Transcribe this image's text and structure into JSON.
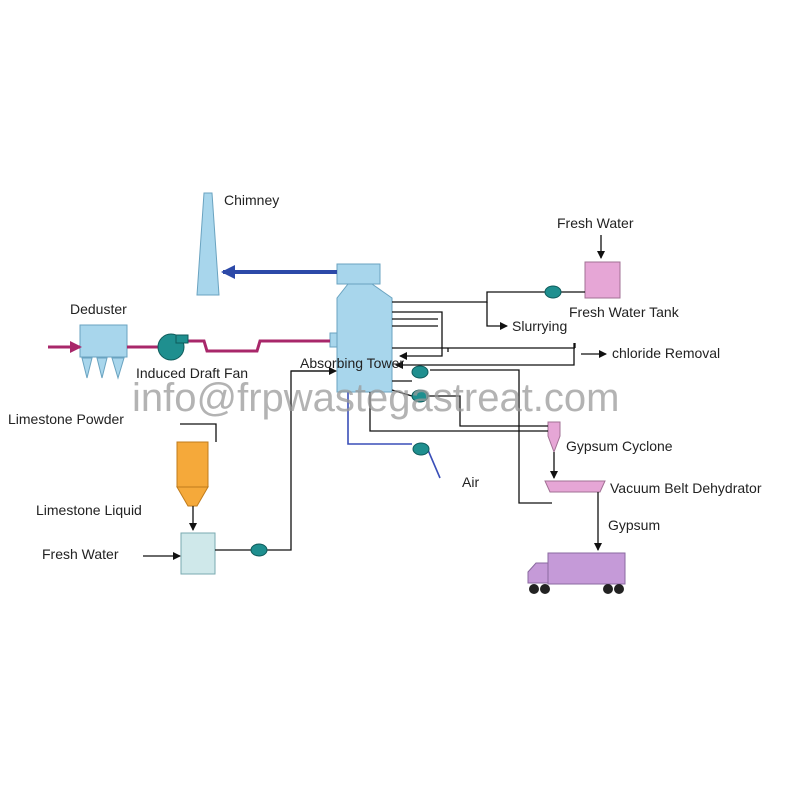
{
  "labels": {
    "chimney": "Chimney",
    "fresh_water_top": "Fresh Water",
    "fresh_water_tank": "Fresh Water Tank",
    "deduster": "Deduster",
    "slurrying": "Slurrying",
    "chloride_removal": "chloride Removal",
    "induced_draft_fan": "Induced Draft Fan",
    "absorbing_tower": "Absorbing Tower",
    "limestone_powder": "Limestone Powder",
    "gypsum_cyclone": "Gypsum Cyclone",
    "air": "Air",
    "vacuum_belt_dehydrator": "Vacuum Belt Dehydrator",
    "limestone_liquid": "Limestone Liquid",
    "gypsum": "Gypsum",
    "fresh_water_bottom": "Fresh Water"
  },
  "watermark": "info@frpwastegastreat.com",
  "colors": {
    "gas_line": "#a8276a",
    "clean_gas": "#2c49a8",
    "air_line": "#3a4fb8",
    "equipment_blue": "#a8d6ec",
    "pump": "#1f8f8f",
    "silo": "#f5a93a",
    "tank_pink": "#e6a6d6",
    "truck": "#c59ad8"
  }
}
